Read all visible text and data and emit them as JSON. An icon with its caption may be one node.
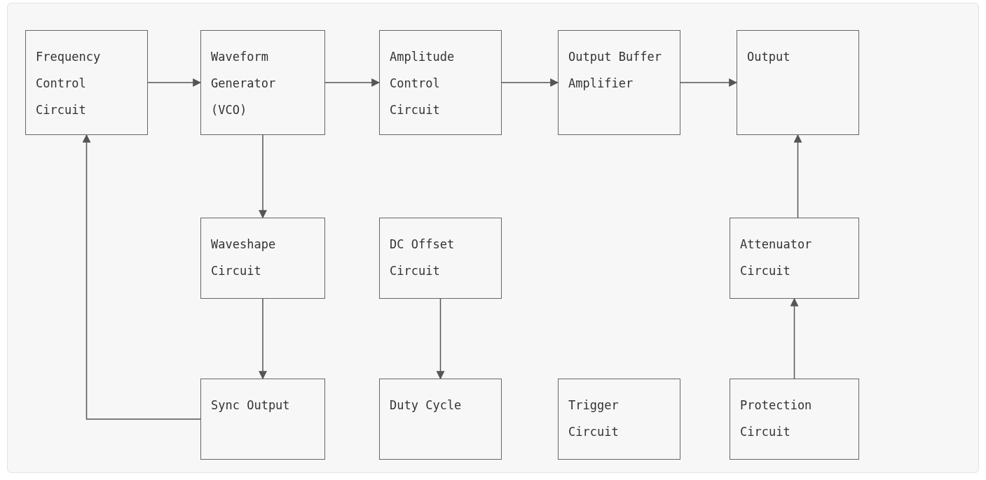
{
  "diagram": {
    "nodes": [
      {
        "text": [
          "Frequency Control Circuit"
        ]
      },
      {
        "text": [
          "Waveform Generator (VCO)"
        ]
      },
      {
        "text": [
          "Amplitude Control Circuit"
        ]
      },
      {
        "text": [
          "Output Buffer Amplifier"
        ]
      },
      {
        "text": [
          "Output"
        ]
      },
      {
        "text": [
          "Waveshape Circuit"
        ]
      },
      {
        "text": [
          "DC Offset Circuit"
        ]
      },
      {
        "text": [
          "Attenuator Circuit"
        ]
      },
      {
        "text": [
          "Sync Output"
        ]
      },
      {
        "text": [
          "Duty Cycle"
        ]
      },
      {
        "text": [
          "Trigger Circuit"
        ]
      },
      {
        "text": [
          "Protection Circuit"
        ]
      }
    ],
    "edges": [
      {
        "from": 0,
        "to": 1,
        "arrow": "to"
      },
      {
        "from": 1,
        "to": 2,
        "arrow": "to"
      },
      {
        "from": 2,
        "to": 3,
        "arrow": "to"
      },
      {
        "from": 3,
        "to": 4,
        "arrow": "to"
      },
      {
        "from": 1,
        "to": 5,
        "arrow": "to"
      },
      {
        "from": 7,
        "to": 4,
        "arrow": "to"
      },
      {
        "from": 5,
        "to": 8,
        "arrow": "to"
      },
      {
        "from": 6,
        "to": 9,
        "arrow": "to"
      },
      {
        "from": 11,
        "to": 7,
        "arrow": "to"
      },
      {
        "from": 8,
        "to": 0,
        "arrow": "to"
      }
    ]
  }
}
